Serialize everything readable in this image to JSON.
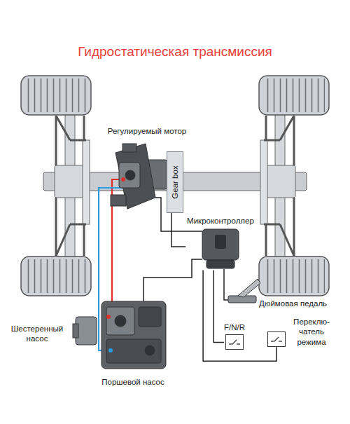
{
  "diagram": {
    "title": "Гидростатическая трансмиссия",
    "nodes": [
      {
        "text": [
          "Gear box"
        ]
      },
      {
        "text": [
          "Микроконтроллер"
        ]
      },
      {
        "text": [
          "F/N/R"
        ]
      },
      {
        "text": [
          "Переклю- чатель режима"
        ]
      }
    ],
    "edges": [
      {
        "from": 1,
        "to": 0,
        "arrow": "none"
      },
      {
        "from": 1,
        "to": 2,
        "arrow": "none"
      },
      {
        "from": 1,
        "to": 3,
        "arrow": "none"
      }
    ],
    "labels": [
      "Регулируемый мотор",
      "Шестеренный насос",
      "Поршевой насос",
      "Дюймовая педаль"
    ]
  }
}
